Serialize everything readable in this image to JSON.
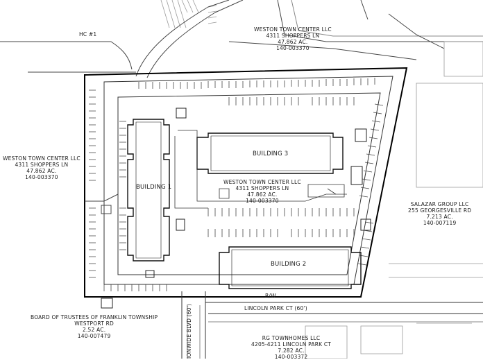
{
  "hc_label": "HC #1",
  "parcels": {
    "top": {
      "owner": "WESTON TOWN CENTER LLC",
      "address": "4311 SHOPPERS LN",
      "area": "47.862 AC.",
      "pid": "140-003370"
    },
    "left": {
      "owner": "WESTON TOWN CENTER LLC",
      "address": "4311 SHOPPERS LN",
      "area": "47.862 AC.",
      "pid": "140-003370"
    },
    "center": {
      "owner": "WESTON TOWN CENTER LLC",
      "address": "4311 SHOPPERS LN",
      "area": "47.862 AC.",
      "pid": "140-003370"
    },
    "right": {
      "owner": "SALAZAR GROUP LLC",
      "address": "255 GEORGESVILLE RD",
      "area": "7.213 AC.",
      "pid": "140-007119"
    },
    "bottom_left": {
      "owner": "BOARD OF TRUSTEES OF FRANKLIN TOWNSHIP",
      "address": "WESTPORT RD",
      "area": "2.52 AC.",
      "pid": "140-007479"
    },
    "bottom": {
      "owner": "RG TOWNHOMES LLC",
      "address": "4205-4211 LINCOLN PARK CT",
      "area": "7.282 AC.",
      "pid": "140-003372"
    }
  },
  "buildings": {
    "b1": "BUILDING 1",
    "b2": "BUILDING 2",
    "b3": "BUILDING 3"
  },
  "roads": {
    "lincoln": "LINCOLN PARK CT (60')",
    "westport": "IONWIDE BLVD (60')",
    "rw": "R/W"
  }
}
